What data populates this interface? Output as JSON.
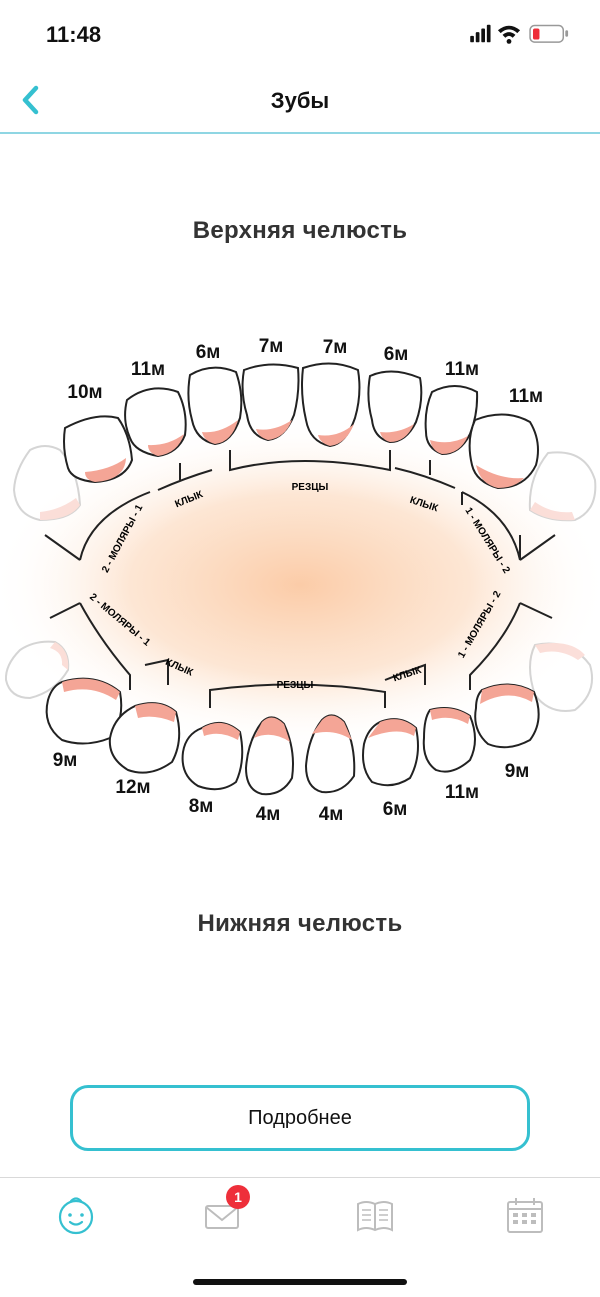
{
  "status": {
    "time": "11:48"
  },
  "nav": {
    "title": "Зубы"
  },
  "upper": {
    "title": "Верхняя челюсть",
    "labels": {
      "incisors": "РЕЗЦЫ",
      "canine_left": "КЛЫК",
      "canine_right": "КЛЫК",
      "molars_left": "2 - МОЛЯРЫ - 1",
      "molars_right": "1 - МОЛЯРЫ - 2"
    },
    "ages": [
      "10м",
      "11м",
      "6м",
      "7м",
      "7м",
      "6м",
      "11м",
      "11м"
    ]
  },
  "lower": {
    "title": "Нижняя челюсть",
    "labels": {
      "incisors": "РЕЗЦЫ",
      "canine_left": "КЛЫК",
      "canine_right": "КЛЫК",
      "molars_left": "2 - МОЛЯРЫ - 1",
      "molars_right": "1 - МОЛЯРЫ - 2"
    },
    "ages": [
      "9м",
      "12м",
      "8м",
      "4м",
      "4м",
      "6м",
      "11м",
      "9м"
    ]
  },
  "more_button": {
    "label": "Подробнее"
  },
  "tabbar": {
    "tabs": [
      {
        "icon": "baby-face-icon",
        "active": true
      },
      {
        "icon": "mail-icon",
        "badge": "1"
      },
      {
        "icon": "book-icon"
      },
      {
        "icon": "calendar-icon"
      }
    ]
  },
  "colors": {
    "accent": "#35c0d0",
    "gum": "#f4a596",
    "glow": "#fbc9a3",
    "badge": "#ee2f3a"
  }
}
